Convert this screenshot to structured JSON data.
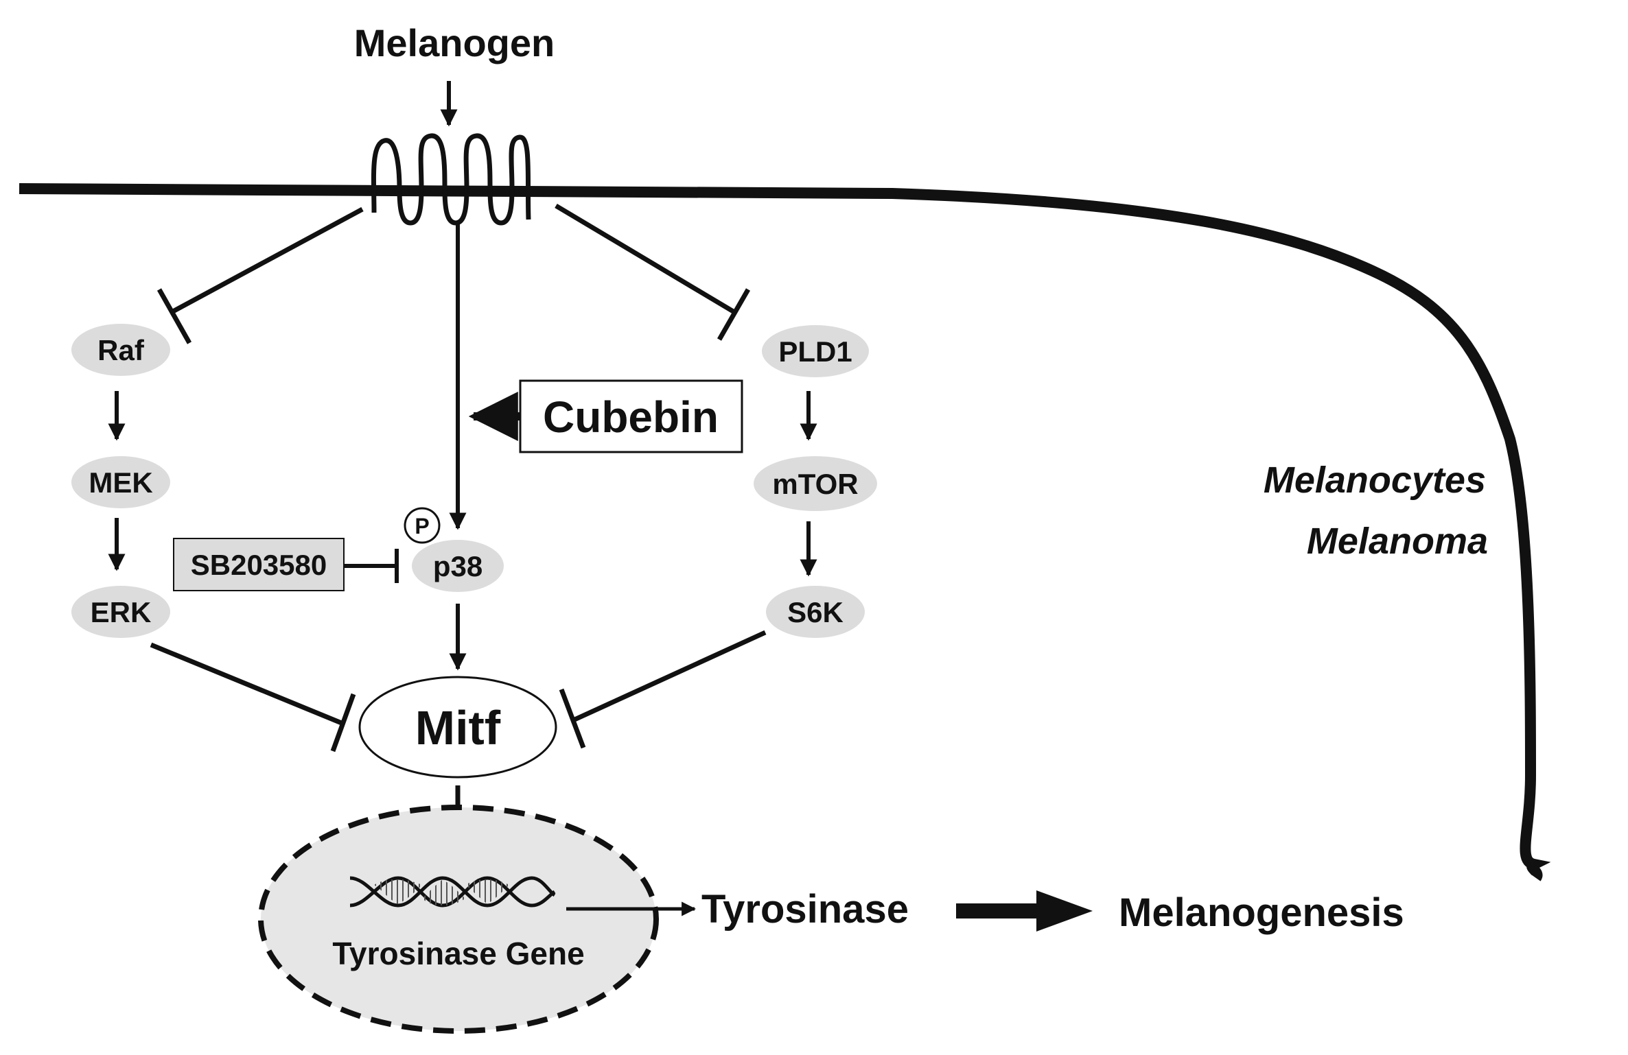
{
  "ligand": "Melanogen",
  "left_pathway": [
    "Raf",
    "MEK",
    "ERK"
  ],
  "right_pathway": [
    "PLD1",
    "mTOR",
    "S6K"
  ],
  "center": {
    "kinase": "p38",
    "phospho": "P",
    "activator": "Cubebin",
    "inhibitor": "SB203580"
  },
  "transcription_factor": "Mitf",
  "gene_label": "Tyrosinase Gene",
  "enzyme": "Tyrosinase",
  "outcome": "Melanogenesis",
  "cell_labels": [
    "Melanocytes",
    "Melanoma"
  ],
  "colors": {
    "node_fill": "#dcdcdc",
    "nucleus_fill": "#e6e6e6",
    "line": "#111111"
  }
}
